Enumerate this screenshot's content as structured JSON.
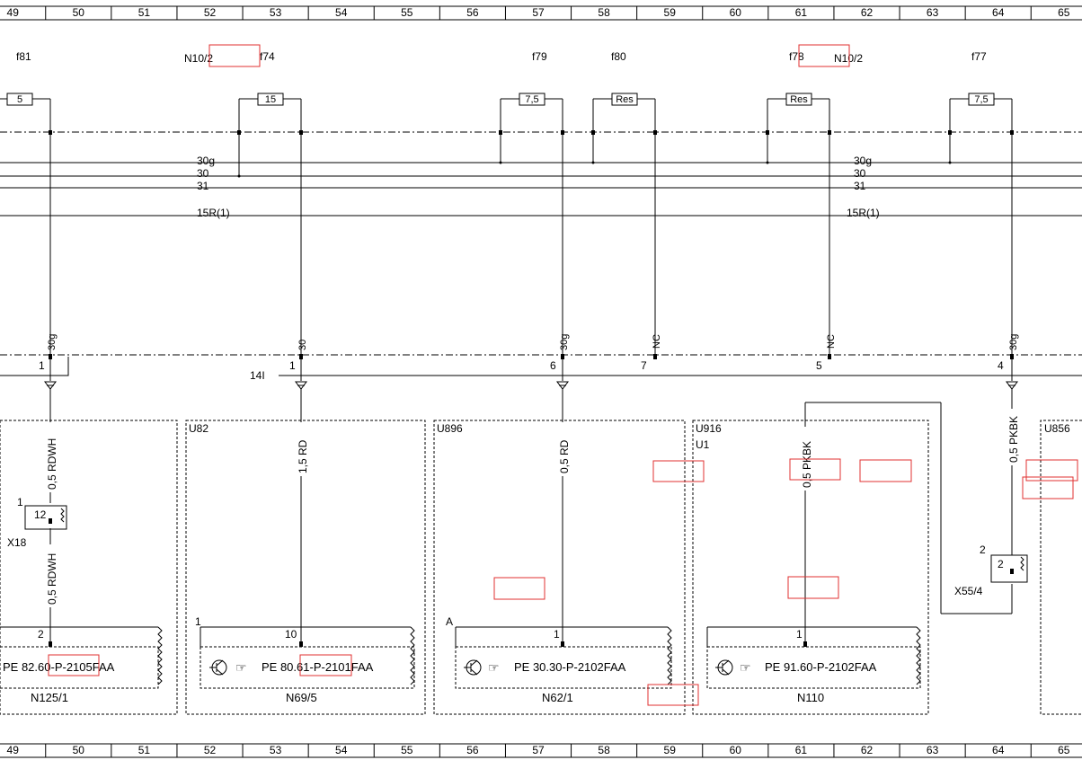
{
  "ruler": {
    "top": [
      "49",
      "50",
      "51",
      "52",
      "53",
      "54",
      "55",
      "56",
      "57",
      "58",
      "59",
      "60",
      "61",
      "62",
      "63",
      "64",
      "65"
    ],
    "bottom": [
      "49",
      "50",
      "51",
      "52",
      "53",
      "54",
      "55",
      "56",
      "57",
      "58",
      "59",
      "60",
      "61",
      "62",
      "63",
      "64",
      "65"
    ]
  },
  "fuses": [
    {
      "id": "f81",
      "rating": "5"
    },
    {
      "id": "f74",
      "rating": "15"
    },
    {
      "id": "f79",
      "rating": "7,5"
    },
    {
      "id": "f80",
      "rating": "Res"
    },
    {
      "id": "f78",
      "rating": "Res"
    },
    {
      "id": "f77",
      "rating": "7,5"
    }
  ],
  "fuse_box_labels": {
    "left": "N10/2",
    "right": "N10/2"
  },
  "bus_lines": {
    "left": [
      "30g",
      "30",
      "31",
      "15R(1)"
    ],
    "right": [
      "30g",
      "30",
      "31",
      "15R(1)"
    ]
  },
  "connector_pins": [
    {
      "signal": "30g",
      "pin": "1"
    },
    {
      "signal": "30",
      "pin": "1"
    },
    {
      "signal": "30g",
      "pin": "6"
    },
    {
      "signal": "NC",
      "pin": "7"
    },
    {
      "signal": "NC",
      "pin": "5"
    },
    {
      "signal": "30g",
      "pin": "4"
    }
  ],
  "ground_ref": "14I",
  "wires": {
    "w1_top": "0,5 RDWH",
    "w1_bottom": "0,5 RDWH",
    "w2": "1,5 RD",
    "w3": "0,5 RD",
    "w4": "0,5 PKBK",
    "w5": "0,5 PKBK"
  },
  "connectors": {
    "x18": {
      "label": "X18",
      "outer_pin": "1",
      "inner_pin": "12"
    },
    "x55": {
      "label": "X55/4",
      "outer_pin": "2",
      "inner_pin": "2"
    }
  },
  "variants": {
    "u82": "U82",
    "u896": "U896",
    "u916": "U916",
    "u1": "U1",
    "u856": "U856"
  },
  "modules": [
    {
      "code": "PE 82.60-P-2105FAA",
      "name": "N125/1",
      "pin": "2"
    },
    {
      "code": "PE 80.61-P-2101FAA",
      "name": "N69/5",
      "pin": "10",
      "side_pin": "1"
    },
    {
      "code": "PE 30.30-P-2102FAA",
      "name": "N62/1",
      "pin": "1",
      "side_pin": "A"
    },
    {
      "code": "PE 91.60-P-2102FAA",
      "name": "N110",
      "pin": "1"
    }
  ],
  "colors": {
    "line": "#000000",
    "highlight": "#e03030",
    "background": "#ffffff"
  }
}
